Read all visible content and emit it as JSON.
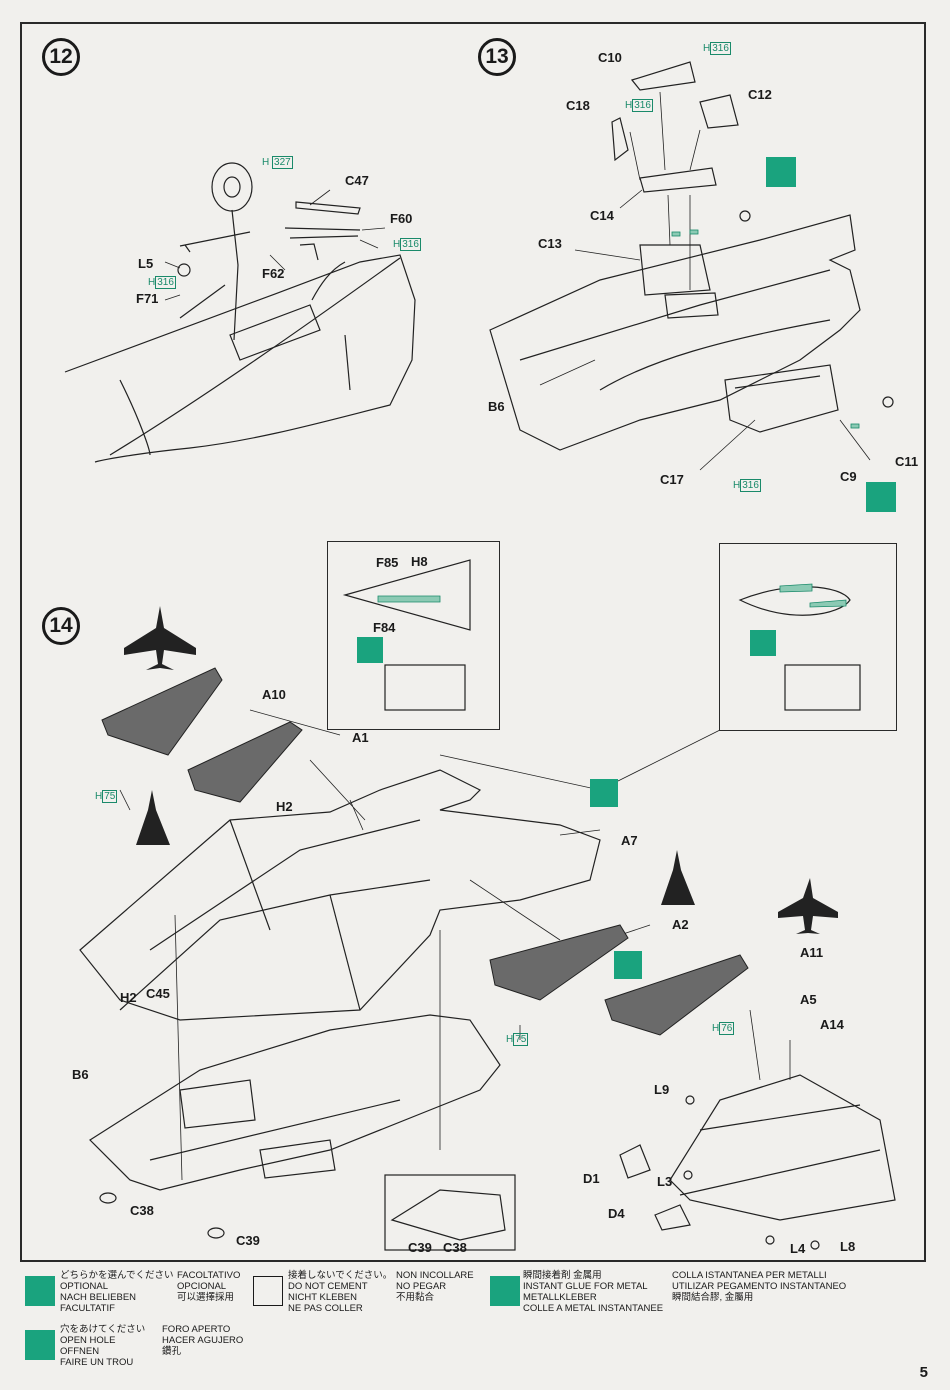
{
  "steps": [
    {
      "number": "12"
    },
    {
      "number": "13"
    },
    {
      "number": "14"
    }
  ],
  "step12": {
    "parts": [
      "C47",
      "F60",
      "F62",
      "L5",
      "F71"
    ],
    "refs": [
      {
        "prefix": "H",
        "code": "327"
      },
      {
        "prefix": "H",
        "code": "316"
      },
      {
        "prefix": "H",
        "code": "316"
      }
    ]
  },
  "step13": {
    "parts": [
      "C10",
      "C12",
      "C18",
      "C14",
      "C13",
      "B6",
      "C17",
      "C9",
      "C11"
    ],
    "refs": [
      {
        "prefix": "H",
        "code": "316"
      },
      {
        "prefix": "H",
        "code": "316"
      },
      {
        "prefix": "H",
        "code": "316"
      }
    ]
  },
  "step14": {
    "parts": [
      "A10",
      "A1",
      "H2",
      "A7",
      "A2",
      "A11",
      "A5",
      "A14",
      "H2",
      "C45",
      "B6",
      "L9",
      "D1",
      "L3",
      "D4",
      "C38",
      "C39",
      "L4",
      "L8"
    ],
    "refs": [
      {
        "prefix": "H",
        "code": "75"
      },
      {
        "prefix": "H",
        "code": "75"
      },
      {
        "prefix": "H",
        "code": "76"
      }
    ],
    "inset_parts": [
      "F85",
      "H8",
      "F84"
    ],
    "detail_parts": [
      "C39",
      "C38"
    ]
  },
  "legend": {
    "optional": {
      "lines": [
        "どちらかを選んでください",
        "OPTIONAL",
        "NACH BELIEBEN",
        "FACULTATIF"
      ],
      "lines2": [
        "FACOLTATIVO",
        "OPCIONAL",
        "可以選擇採用"
      ]
    },
    "no_cement": {
      "lines": [
        "接着しないでください。",
        "DO NOT CEMENT",
        "NICHT KLEBEN",
        "NE PAS COLLER"
      ],
      "lines2": [
        "NON INCOLLARE",
        "NO PEGAR",
        "不用黏合"
      ]
    },
    "metal_glue": {
      "lines": [
        "瞬間接着剤 金属用",
        "INSTANT GLUE FOR METAL",
        "METALLKLEBER",
        "COLLE A METAL INSTANTANEE"
      ],
      "lines2": [
        "COLLA ISTANTANEA PER METALLI",
        "UTILIZAR PEGAMENTO INSTANTANEO",
        "瞬間結合膠, 金屬用"
      ]
    },
    "open_hole": {
      "lines": [
        "穴をあけてください",
        "OPEN HOLE",
        "OFFNEN",
        "FAIRE UN TROU"
      ],
      "lines2": [
        "FORO APERTO",
        "HACER AGUJERO",
        "鑽孔"
      ]
    }
  },
  "page_number": "5",
  "colors": {
    "accent": "#1aa37e",
    "paper": "#f1f0ed",
    "ink": "#1a1a1a",
    "wing": "#6a6a6a"
  }
}
